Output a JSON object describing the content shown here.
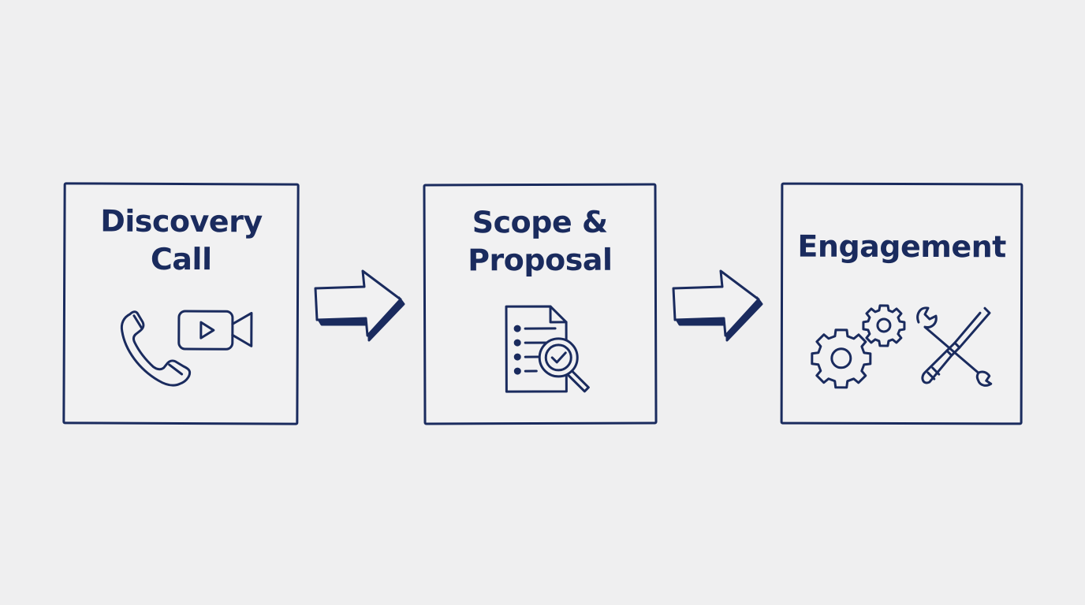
{
  "diagram": {
    "steps": [
      {
        "title_lines": [
          "Discovery",
          "Call"
        ],
        "icons": [
          "phone-icon",
          "video-camera-icon"
        ]
      },
      {
        "title_lines": [
          "Scope &",
          "Proposal"
        ],
        "icons": [
          "document-checklist-icon",
          "magnifier-check-icon"
        ]
      },
      {
        "title_lines": [
          "Engagement"
        ],
        "icons": [
          "gears-icon",
          "wrench-screwdriver-icon"
        ]
      }
    ],
    "connectors": [
      "arrow-right-icon",
      "arrow-right-icon"
    ]
  },
  "colors": {
    "ink": "#1a2b5e",
    "background": "#efeff0"
  }
}
